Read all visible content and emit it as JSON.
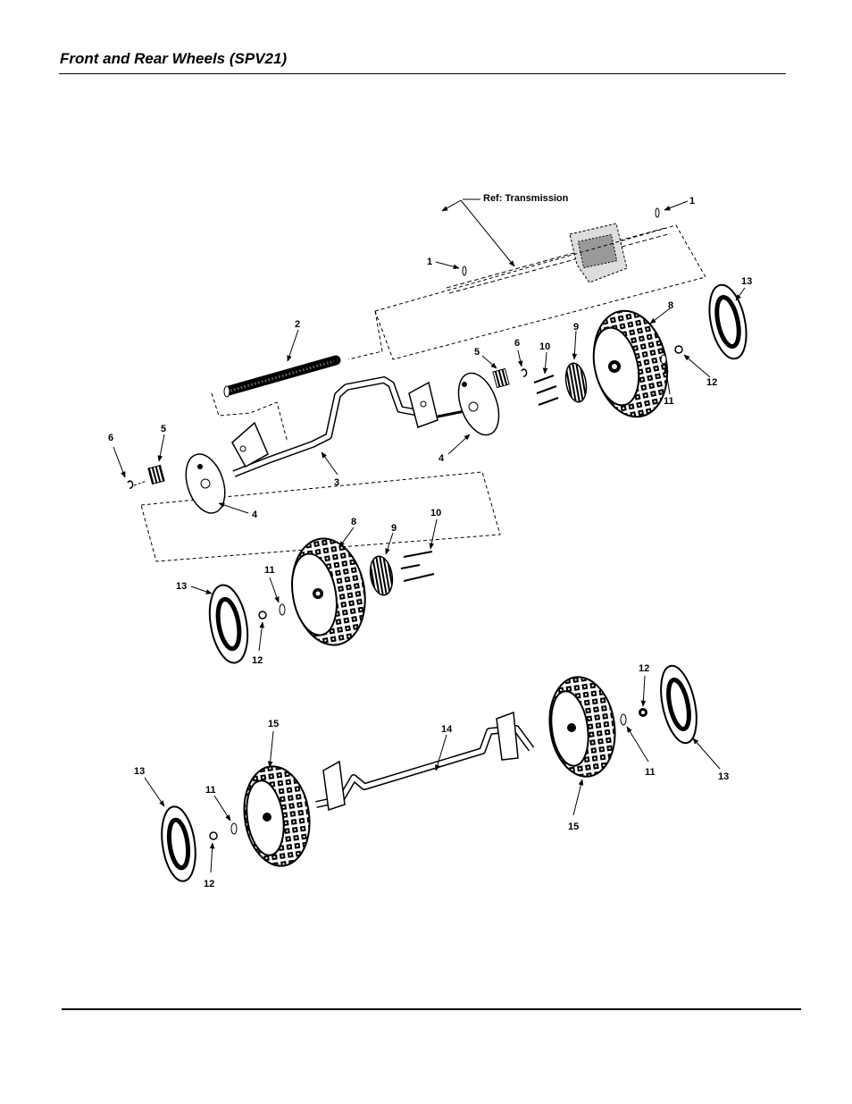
{
  "page": {
    "title": "Front and Rear Wheels (SPV21)"
  },
  "callouts": {
    "ref": "Ref: Transmission",
    "n1a": "1",
    "n1b": "1",
    "n2": "2",
    "n3": "3",
    "n4a": "4",
    "n4b": "4",
    "n5a": "5",
    "n5b": "5",
    "n6a": "6",
    "n6b": "6",
    "n8a": "8",
    "n8b": "8",
    "n9a": "9",
    "n9b": "9",
    "n10a": "10",
    "n10b": "10",
    "n11a": "11",
    "n11b": "11",
    "n11c": "11",
    "n11d": "11",
    "n12a": "12",
    "n12b": "12",
    "n12c": "12",
    "n12d": "12",
    "n13a": "13",
    "n13b": "13",
    "n13c": "13",
    "n13d": "13",
    "n14": "14",
    "n15a": "15",
    "n15b": "15"
  },
  "arrow_color": "#000000"
}
